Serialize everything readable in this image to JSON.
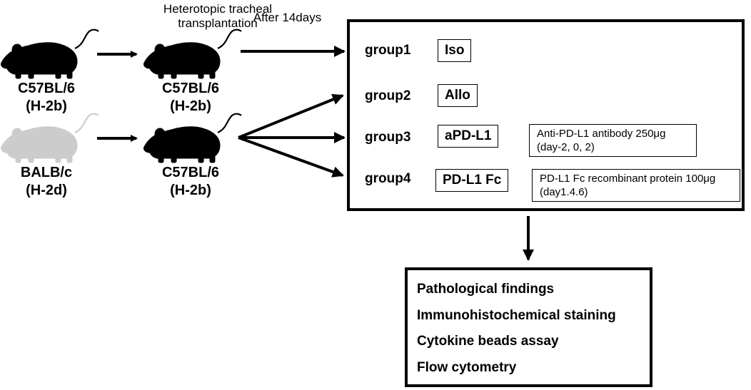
{
  "header": {
    "transplant_line1": "Heterotopic tracheal",
    "transplant_line2": "transplantation",
    "after_days": "After 14days"
  },
  "mice": {
    "donor_syngeneic": {
      "strain": "C57BL/6",
      "haplotype": "(H-2b)",
      "color": "#000000"
    },
    "recipient_top": {
      "strain": "C57BL/6",
      "haplotype": "(H-2b)",
      "color": "#000000"
    },
    "donor_allogeneic": {
      "strain": "BALB/c",
      "haplotype": "(H-2d)",
      "color": "#cccccc"
    },
    "recipient_bottom": {
      "strain": "C57BL/6",
      "haplotype": "(H-2b)",
      "color": "#000000"
    }
  },
  "groups": [
    {
      "label": "group1",
      "treatment": "Iso",
      "detail_line1": "",
      "detail_line2": ""
    },
    {
      "label": "group2",
      "treatment": "Allo",
      "detail_line1": "",
      "detail_line2": ""
    },
    {
      "label": "group3",
      "treatment": "aPD-L1",
      "detail_line1": "Anti-PD-L1 antibody 250μg",
      "detail_line2": "(day-2, 0, 2)"
    },
    {
      "label": "group4",
      "treatment": "PD-L1 Fc",
      "detail_line1": "PD-L1 Fc recombinant protein 100μg",
      "detail_line2": "(day1.4.6)"
    }
  ],
  "analyses": [
    "Pathological findings",
    "Immunohistochemical staining",
    "Cytokine beads assay",
    "Flow cytometry"
  ]
}
